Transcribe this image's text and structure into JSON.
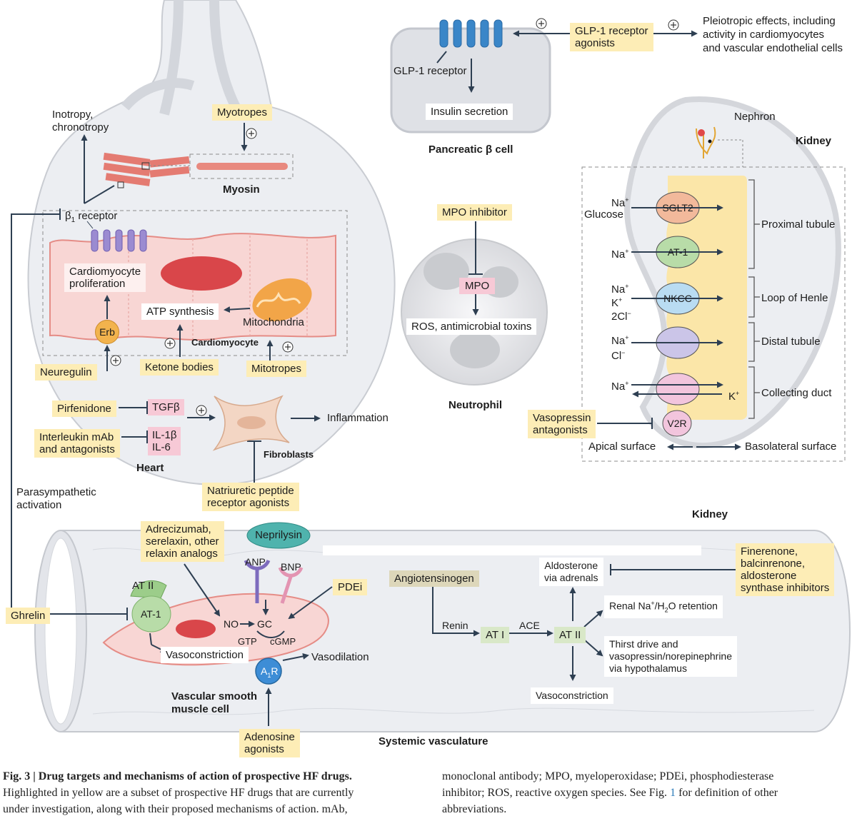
{
  "colors": {
    "highlight": "#fdedb6",
    "target": "#f7c9d6",
    "arrow": "#2e3f52",
    "receptor": "#3a86c8",
    "nephron_tube": "#fbe6a8"
  },
  "pancreas": {
    "receptor_label": "GLP-1 receptor",
    "insulin": "Insulin secretion",
    "title": "Pancreatic β cell",
    "agonist": [
      "GLP-1 receptor",
      "agonists"
    ],
    "pleiotropic": [
      "Pleiotropic effects, including",
      "activity in cardiomyocytes",
      "and vascular endothelial cells"
    ]
  },
  "heart": {
    "title": "Heart",
    "inotropy": [
      "Inotropy,",
      "chronotropy"
    ],
    "myotropes": "Myotropes",
    "myosin": "Myosin",
    "beta_receptor": "β",
    "beta_sub": "1",
    "beta_suffix": " receptor",
    "proliferation": [
      "Cardiomyocyte",
      "proliferation"
    ],
    "atp": "ATP synthesis",
    "mitochondria": "Mitochondria",
    "cardiomyocyte": "Cardiomyocyte",
    "erb": "Erb",
    "neuregulin": "Neuregulin",
    "ketone": "Ketone bodies",
    "mitotropes": "Mitotropes",
    "pirfenidone": "Pirfenidone",
    "tgfb": "TGFβ",
    "il1b": "IL-1β",
    "il6": "IL-6",
    "interleukin": [
      "Interleukin mAb",
      "and antagonists"
    ],
    "inflammation": "Inflammation",
    "fibroblasts": "Fibroblasts",
    "natriuretic": [
      "Natriuretic peptide",
      "receptor agonists"
    ],
    "parasympathetic": [
      "Parasympathetic",
      "activation"
    ]
  },
  "neutrophil": {
    "title": "Neutrophil",
    "inhibitor": "MPO inhibitor",
    "mpo": "MPO",
    "ros": "ROS, antimicrobial toxins"
  },
  "kidney": {
    "title": "Kidney",
    "title2": "Kidney",
    "nephron": "Nephron",
    "transporters": [
      {
        "label": "SGLT2",
        "ions": [
          "Na",
          "Glucose"
        ],
        "color": "#f2b99b",
        "segment": "Proximal tubule"
      },
      {
        "label": "AT-1",
        "ions": [
          "Na"
        ],
        "color": "#b8dca8",
        "segment": ""
      },
      {
        "label": "NKCC",
        "ions": [
          "Na",
          "K",
          "2Cl"
        ],
        "color": "#b9dcf2",
        "segment": "Loop of Henle"
      },
      {
        "label": "",
        "ions": [
          "Na",
          "Cl"
        ],
        "color": "#cbc5e8",
        "segment": "Distal tubule"
      },
      {
        "label": "",
        "ions": [
          "Na"
        ],
        "color": "#f2c5dd",
        "segment": "Collecting duct"
      }
    ],
    "k_ion": "K",
    "v2r": "V2R",
    "vasopressin": [
      "Vasopressin",
      "antagonists"
    ],
    "apical": "Apical  surface",
    "basolateral": "Basolateral surface"
  },
  "vasculature": {
    "title": "Systemic vasculature",
    "smooth": [
      "Vascular smooth",
      "muscle cell"
    ],
    "adrecizumab": [
      "Adrecizumab,",
      "serelaxin, other",
      "relaxin analogs"
    ],
    "neprilysin": "Neprilysin",
    "anp": "ANP",
    "bnp": "BNP",
    "pdei": "PDEi",
    "at2": "AT II",
    "at1": "AT-1",
    "ghrelin": "Ghrelin",
    "no": "NO",
    "gc": "GC",
    "gtp": "GTP",
    "cgmp": "cGMP",
    "vasoconstriction": "Vasoconstriction",
    "vasodilation": "Vasodilation",
    "a1r": "A",
    "a1r_sub": "1",
    "a1r_suffix": "R",
    "adenosine": [
      "Adenosine",
      "agonists"
    ],
    "angiotensinogen": "Angiotensinogen",
    "renin": "Renin",
    "ati": "AT I",
    "ace": "ACE",
    "atii": "AT II",
    "aldosterone": [
      "Aldosterone",
      "via adrenals"
    ],
    "finerenone": [
      "Finerenone,",
      "balcinrenone,",
      "aldosterone",
      "synthase inhibitors"
    ],
    "renal": "Renal Na",
    "renal_mid": "/H",
    "renal_end": "O retention",
    "thirst": [
      "Thirst drive and",
      "vasopressin/norepinephrine",
      "via hypothalamus"
    ],
    "vasoconstriction2": "Vasoconstriction"
  },
  "caption": {
    "label": "Fig. 3 | Drug targets and mechanisms of action of prospective HF drugs.",
    "left": [
      "Highlighted in yellow are a subset of prospective HF drugs that are currently",
      "under investigation, along with their proposed mechanisms of action. mAb,"
    ],
    "right1": "monoclonal antibody; MPO, myeloperoxidase; PDEi, phosphodiesterase",
    "right2a": "inhibitor; ROS, reactive oxygen species. See Fig. ",
    "right2ref": "1",
    "right2b": " for definition of other",
    "right3": "abbreviations."
  }
}
